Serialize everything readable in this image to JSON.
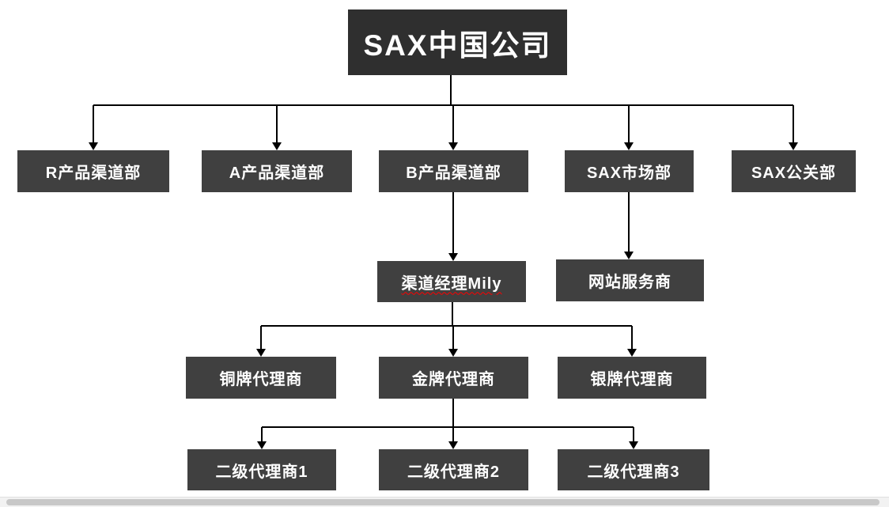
{
  "org": {
    "root": {
      "label": "SAX中国公司"
    },
    "departments": [
      {
        "label": "R产品渠道部"
      },
      {
        "label": "A产品渠道部"
      },
      {
        "label": "B产品渠道部"
      },
      {
        "label": "SAX市场部"
      },
      {
        "label": "SAX公关部"
      }
    ],
    "managers": [
      {
        "label": "渠道经理Mily",
        "misspelled": true
      },
      {
        "label": "网站服务商"
      }
    ],
    "agents": [
      {
        "label": "铜牌代理商"
      },
      {
        "label": "金牌代理商"
      },
      {
        "label": "银牌代理商"
      }
    ],
    "sub_agents": [
      {
        "label": "二级代理商1"
      },
      {
        "label": "二级代理商2"
      },
      {
        "label": "二级代理商3"
      }
    ],
    "colors": {
      "root_bg": "#2f2f2f",
      "box_bg": "#404040",
      "box_text": "#ffffff",
      "line": "#000000",
      "underline": "#ff0000"
    }
  }
}
